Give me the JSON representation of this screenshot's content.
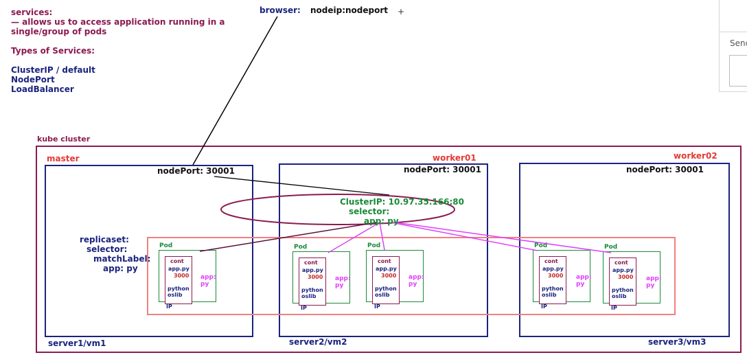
{
  "notes": {
    "services_title": "services:",
    "services_line1": "— allows us to access application running in a",
    "services_line2": "single/group of pods",
    "types_title": "Types of Services:",
    "types": [
      "ClusterIP / default",
      "NodePort",
      "LoadBalancer"
    ]
  },
  "browser": {
    "label": "browser:",
    "address": "nodeip:nodeport",
    "plus": "+"
  },
  "side_panel": {
    "send_text": "Senc"
  },
  "cluster": {
    "title": "kube cluster",
    "nodes": [
      {
        "name": "master",
        "nodeport": "nodePort: 30001",
        "server": "server1/vm1"
      },
      {
        "name": "worker01",
        "nodeport": "nodePort: 30001",
        "server": "server2/vm2"
      },
      {
        "name": "worker02",
        "nodeport": "nodePort: 30001",
        "server": "server3/vm3"
      }
    ],
    "service": {
      "cluster_ip": "ClusterIP: 10.97.35.166:80",
      "selector": "selector:",
      "selector_label": "app: py"
    },
    "replicaset": {
      "line1": "replicaset:",
      "line2": "selector:",
      "line3": "matchLabel:",
      "line4": "app: py"
    },
    "pod": {
      "pod_label": "Pod",
      "cont_label": "cont",
      "app_file": "app.py",
      "port": "3000",
      "runtime1": "python",
      "runtime2": "oslib",
      "app_label": "app: py",
      "ip_label": "IP"
    }
  },
  "colors": {
    "maroon": "#8b1a50",
    "navy": "#1a237e",
    "red": "#e53935",
    "green": "#1a8a3a",
    "magenta": "#e040fb",
    "salmon": "#f08080"
  }
}
